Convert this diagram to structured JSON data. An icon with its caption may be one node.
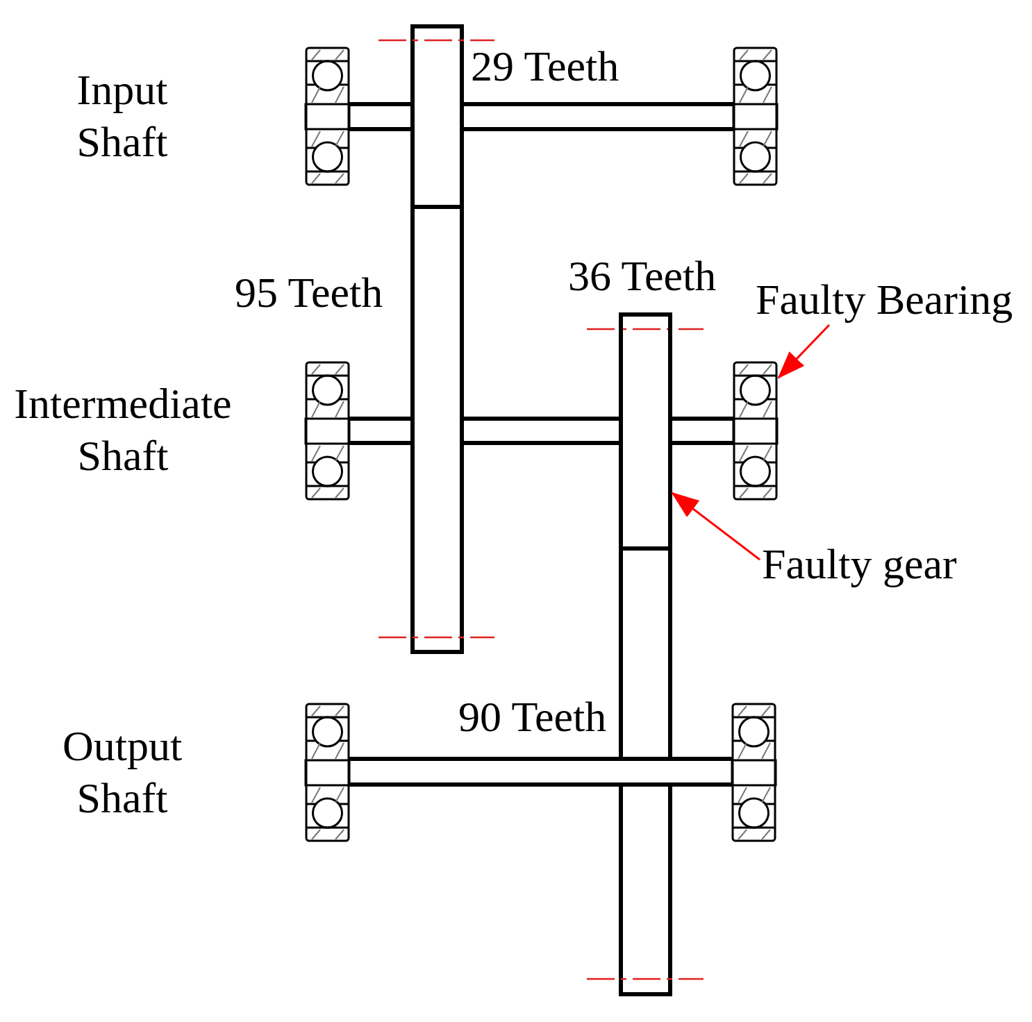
{
  "diagram": {
    "nodes": [
      {
        "text": [
          "Faulty Bearing"
        ]
      },
      {
        "text": [],
        "shape": "box"
      },
      {
        "text": [
          "Faulty gear"
        ]
      },
      {
        "text": [],
        "shape": "bar"
      }
    ],
    "edges": [
      {
        "from": 0,
        "to": 1,
        "arrow": "to",
        "color": "#ff0000"
      },
      {
        "from": 2,
        "to": 3,
        "arrow": "to",
        "color": "#ff0000"
      }
    ],
    "labels": [
      "29 Teeth",
      "Input Shaft",
      "36 Teeth",
      "95 Teeth",
      "Intermediate Shaft",
      "90 Teeth",
      "Output Shaft"
    ]
  }
}
